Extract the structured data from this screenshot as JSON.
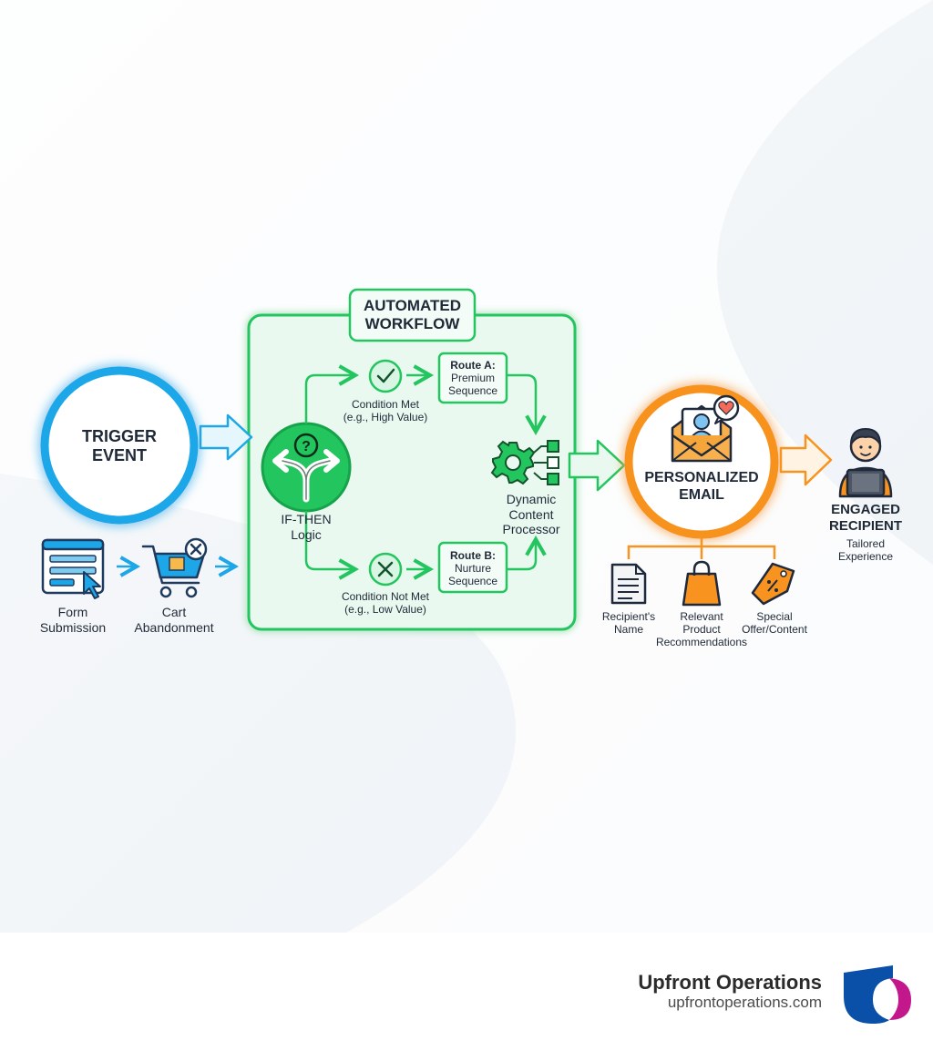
{
  "colors": {
    "trigger_blue": "#1EA7E8",
    "workflow_green": "#22C55E",
    "workflow_fill": "#E9F9EF",
    "email_orange": "#F7931E",
    "text_dark": "#1F2937",
    "brand_blue": "#0A4FA8",
    "brand_magenta": "#C2188C"
  },
  "trigger": {
    "title": "TRIGGER\nEVENT",
    "sources": [
      {
        "label": "Form\nSubmission",
        "icon": "web-form-icon"
      },
      {
        "label": "Cart\nAbandonment",
        "icon": "shopping-cart-icon"
      }
    ]
  },
  "workflow": {
    "title": "AUTOMATED\nWORKFLOW",
    "decision": {
      "label": "IF-THEN\nLogic",
      "icon": "split-arrows-question-icon"
    },
    "branch_met": {
      "label": "Condition Met\n(e.g., High Value)",
      "icon": "check-circle-icon"
    },
    "branch_not_met": {
      "label": "Condition Not Met\n(e.g., Low Value)",
      "icon": "x-circle-icon"
    },
    "route_a": {
      "title": "Route A:",
      "sub": "Premium\nSequence"
    },
    "route_b": {
      "title": "Route B:",
      "sub": "Nurture\nSequence"
    },
    "processor": {
      "label": "Dynamic\nContent\nProcessor",
      "icon": "gear-content-icon"
    }
  },
  "email": {
    "title": "PERSONALIZED\nEMAIL",
    "icon": "envelope-profile-heart-icon",
    "components": [
      {
        "label": "Recipient's\nName",
        "icon": "document-icon"
      },
      {
        "label": "Relevant\nProduct\nRecommendations",
        "icon": "shopping-bag-icon"
      },
      {
        "label": "Special\nOffer/Content",
        "icon": "price-tag-icon"
      }
    ]
  },
  "recipient": {
    "title": "ENGAGED\nRECIPIENT",
    "sub": "Tailored\nExperience",
    "icon": "person-tablet-icon"
  },
  "brand": {
    "name": "Upfront Operations",
    "url": "upfrontoperations.com",
    "logo": "upfront-logo-icon"
  }
}
